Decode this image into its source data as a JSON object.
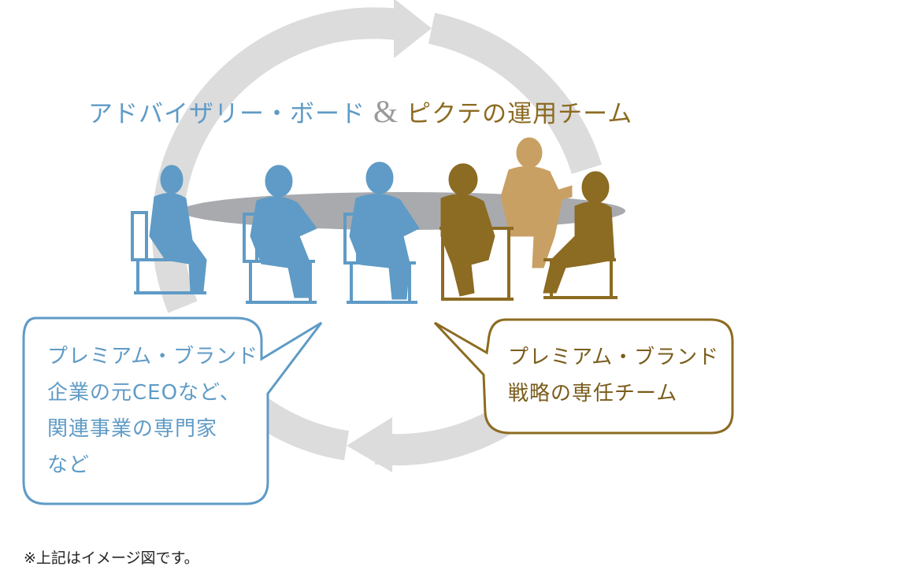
{
  "title": {
    "advisory": "アドバイザリー・ボード",
    "ampersand": "&",
    "team": "ピクテの運用チーム"
  },
  "left_bubble": {
    "lines": [
      "プレミアム・ブランド",
      "企業の元CEOなど、",
      "関連事業の専門家",
      "など"
    ]
  },
  "right_bubble": {
    "lines": [
      "プレミアム・ブランド",
      "戦略の専任チーム"
    ]
  },
  "note": "※上記はイメージ図です。",
  "colors": {
    "blue": "#5f9bc6",
    "gold": "#8c6b22",
    "gold_dark": "#7a5c1c",
    "gold_light": "#c9a064",
    "cycle_gray": "#dcdcdc",
    "table_gray": "#a8aaae"
  }
}
